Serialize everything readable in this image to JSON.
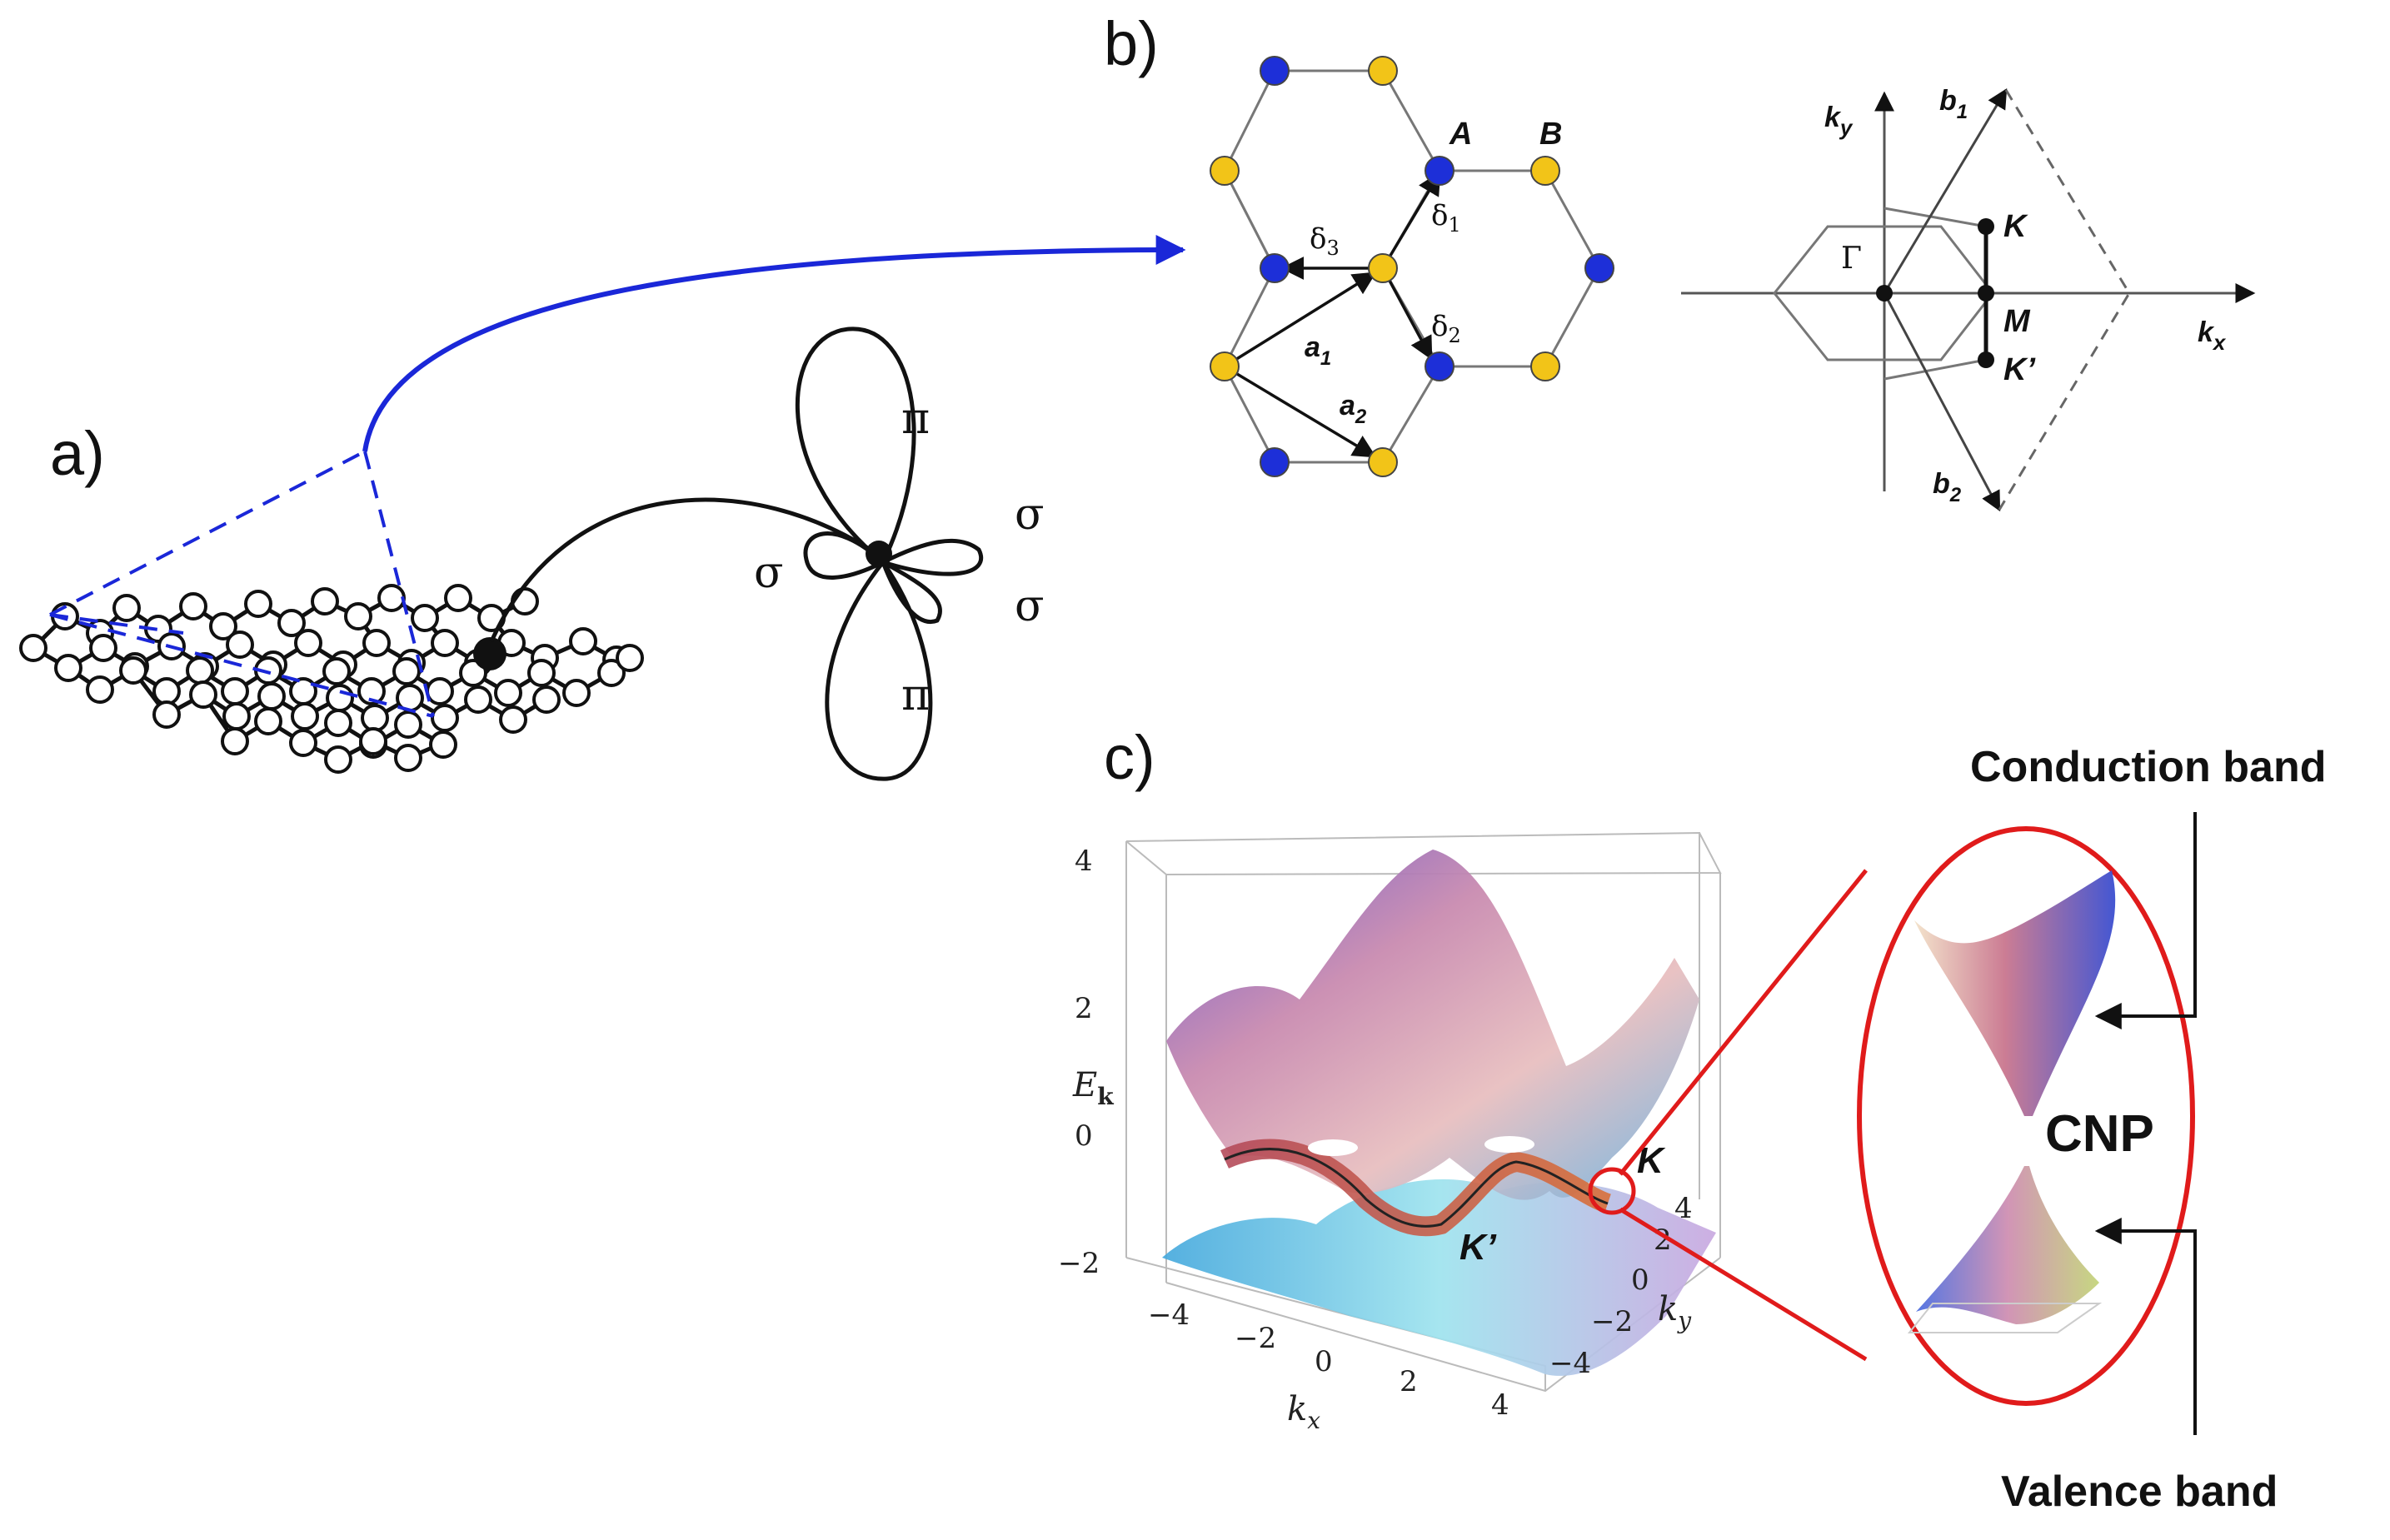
{
  "panels": {
    "a": {
      "label": "a)",
      "orbital_labels": {
        "pi_top": "π",
        "pi_bottom": "π",
        "sigma_left": "σ",
        "sigma_upper_right": "σ",
        "sigma_lower_right": "σ"
      }
    },
    "b": {
      "label": "b)",
      "lattice": {
        "sublattice_a": "A",
        "sublattice_b": "B",
        "a1": "a",
        "a1_sub": "1",
        "a2": "a",
        "a2_sub": "2",
        "d1": "δ",
        "d1_sub": "1",
        "d2": "δ",
        "d2_sub": "2",
        "d3": "δ",
        "d3_sub": "3",
        "colors": {
          "A": "#1d2fd8",
          "B": "#f2c418"
        }
      },
      "brillouin": {
        "ky": "k",
        "ky_sub": "y",
        "kx": "k",
        "kx_sub": "x",
        "b1": "b",
        "b1_sub": "1",
        "b2": "b",
        "b2_sub": "2",
        "gamma": "Γ",
        "K": "K",
        "M": "M",
        "Kp": "K’"
      }
    },
    "c": {
      "label": "c)",
      "z_label": "E",
      "z_label_sub": "k",
      "x_label": "k",
      "x_label_sub": "x",
      "y_label": "k",
      "y_label_sub": "y",
      "z_ticks": [
        "4",
        "2",
        "0",
        "−2"
      ],
      "x_ticks": [
        "−4",
        "−2",
        "0",
        "2",
        "4"
      ],
      "y_ticks": [
        "4",
        "2",
        "0",
        "−2",
        "−4"
      ],
      "K_label": "K",
      "Kp_label": "K’",
      "inset": {
        "conduction": "Conduction band",
        "valence": "Valence band",
        "cnp": "CNP",
        "highlight_color": "#e01b1b"
      }
    }
  }
}
